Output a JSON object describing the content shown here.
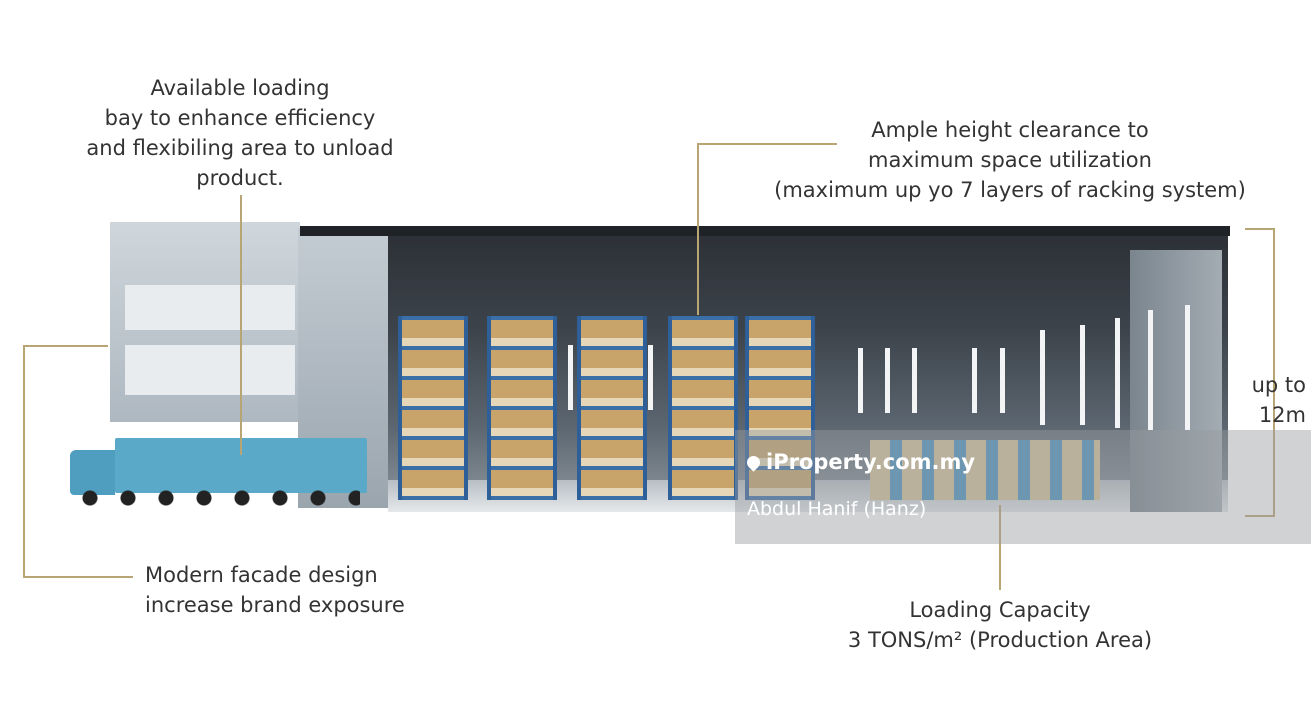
{
  "callouts": {
    "loading_bay": [
      "Available loading",
      "bay to enhance efficiency",
      "and flexibiling area to unload",
      "product."
    ],
    "height": [
      "Ample height clearance to",
      "maximum space utilization",
      "(maximum up yo 7 layers of racking system)"
    ],
    "up_to": [
      "up to",
      "12m"
    ],
    "facade": [
      "Modern facade design",
      "increase brand exposure"
    ],
    "capacity": [
      "Loading Capacity",
      "3 TONS/m² (Production Area)"
    ]
  },
  "watermark": {
    "brand": "iProperty.com.my",
    "agent": "Abdul Hanif (Hanz)"
  },
  "colors": {
    "accent_line": "#b8a574",
    "building": "#3a4048",
    "rack": "#3b6fa8",
    "truck": "#5aa9c9"
  }
}
